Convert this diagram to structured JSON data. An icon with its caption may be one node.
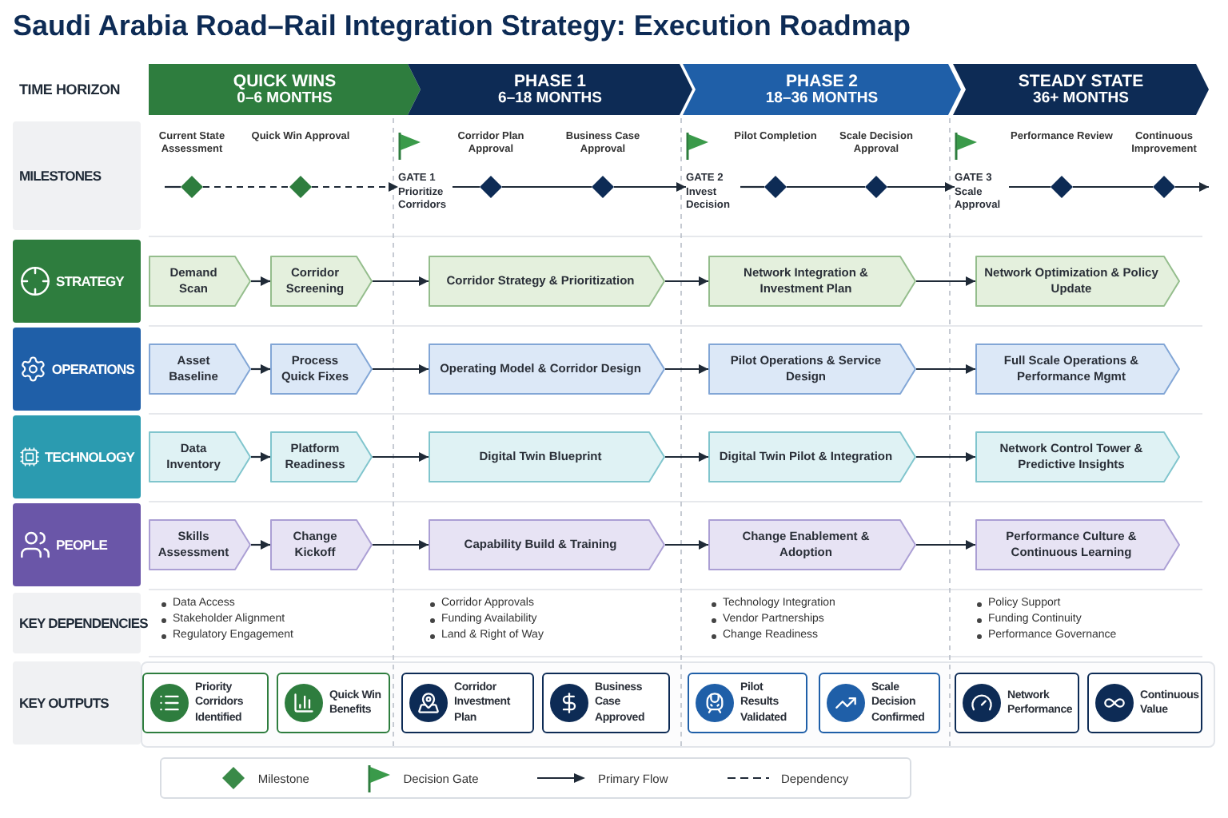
{
  "diagram": {
    "title": "Saudi Arabia Road–Rail Integration Strategy: Execution Roadmap",
    "nodes": [
      {
        "text": [
          "QUICK WINS",
          "0–6 MONTHS"
        ]
      },
      {
        "text": [
          "PHASE 1",
          "6–18 MONTHS"
        ]
      },
      {
        "text": [
          "PHASE 2",
          "18–36 MONTHS"
        ]
      },
      {
        "text": [
          "STEADY STATE",
          "36+ MONTHS"
        ]
      },
      {
        "text": [
          "MILESTONES"
        ]
      },
      {
        "text": [],
        "shape": "diamond"
      },
      {
        "text": [],
        "shape": "diamond"
      },
      {
        "text": [
          "GATE 1 Prioritize Corridors"
        ]
      },
      {
        "text": [],
        "shape": "diamond"
      },
      {
        "text": [],
        "shape": "diamond"
      },
      {
        "text": [
          "GATE 2 Invest Decision"
        ]
      },
      {
        "text": [],
        "shape": "diamond"
      },
      {
        "text": [],
        "shape": "diamond"
      },
      {
        "text": [
          "GATE 3 Scale Approval"
        ]
      },
      {
        "text": [],
        "shape": "diamond"
      },
      {
        "text": [],
        "shape": "diamond"
      },
      {
        "text": [
          "STRATEGY"
        ]
      },
      {
        "text": [
          "Demand Scan"
        ]
      },
      {
        "text": [
          "Corridor Screening"
        ]
      },
      {
        "text": [
          "Corridor Strategy & Prioritization"
        ]
      },
      {
        "text": [
          "Network Integration & Investment Plan"
        ]
      },
      {
        "text": [
          "Network Optimization & Policy Update"
        ]
      },
      {
        "text": [
          "OPERATIONS"
        ]
      },
      {
        "text": [
          "Asset Baseline"
        ]
      },
      {
        "text": [
          "Process Quick Fixes"
        ]
      },
      {
        "text": [
          "Operating Model & Corridor Design"
        ]
      },
      {
        "text": [
          "Pilot Operations & Service Design"
        ]
      },
      {
        "text": [
          "Full Scale Operations & Performance Mgmt"
        ]
      },
      {
        "text": [
          "TECHNOLOGY"
        ]
      },
      {
        "text": [
          "Data Inventory"
        ]
      },
      {
        "text": [
          "Platform Readiness"
        ]
      },
      {
        "text": [
          "Digital Twin Blueprint"
        ]
      },
      {
        "text": [
          "Digital Twin Pilot & Integration"
        ]
      },
      {
        "text": [
          "Network Control Tower & Predictive Insights"
        ]
      },
      {
        "text": [
          "PEOPLE"
        ]
      },
      {
        "text": [
          "Skills Assessment"
        ]
      },
      {
        "text": [
          "Change Kickoff"
        ]
      },
      {
        "text": [
          "Capability Build & Training"
        ]
      },
      {
        "text": [
          "Change Enablement & Adoption"
        ]
      },
      {
        "text": [
          "Performance Culture & Continuous Learning"
        ]
      },
      {
        "text": [
          "KEY DEPENDENCIES"
        ]
      },
      {
        "text": [
          "KEY OUTPUTS"
        ]
      },
      {
        "text": [
          "Priority Corridors Identified"
        ]
      },
      {
        "text": [
          "Quick Win Benefits"
        ]
      },
      {
        "text": [
          "Corridor Investment Plan"
        ]
      },
      {
        "text": [
          "Business Case Approved"
        ]
      },
      {
        "text": [
          "Pilot Results Validated"
        ]
      },
      {
        "text": [
          "Scale Decision Confirmed"
        ]
      },
      {
        "text": [
          "Network Performance"
        ]
      },
      {
        "text": [
          "Continuous Value"
        ]
      }
    ],
    "edges": [
      {
        "from": null,
        "to": 5,
        "arrow": "none"
      },
      {
        "from": 5,
        "to": 6,
        "arrow": "none",
        "style": "dashed"
      },
      {
        "from": 6,
        "to": 7,
        "arrow": "to",
        "style": "dashed"
      },
      {
        "from": 7,
        "to": 8,
        "arrow": "none"
      },
      {
        "from": 8,
        "to": 9,
        "arrow": "none"
      },
      {
        "from": 9,
        "to": 10,
        "arrow": "to"
      },
      {
        "from": 10,
        "to": 11,
        "arrow": "none"
      },
      {
        "from": 11,
        "to": 12,
        "arrow": "none"
      },
      {
        "from": 12,
        "to": 13,
        "arrow": "to"
      },
      {
        "from": 13,
        "to": 14,
        "arrow": "none"
      },
      {
        "from": 14,
        "to": 15,
        "arrow": "none"
      },
      {
        "from": 15,
        "to": null,
        "arrow": "to"
      },
      {
        "from": 17,
        "to": 18,
        "arrow": "to"
      },
      {
        "from": 18,
        "to": 19,
        "arrow": "to"
      },
      {
        "from": 19,
        "to": 20,
        "arrow": "to"
      },
      {
        "from": 20,
        "to": 21,
        "arrow": "to"
      },
      {
        "from": 23,
        "to": 24,
        "arrow": "to"
      },
      {
        "from": 24,
        "to": 25,
        "arrow": "to"
      },
      {
        "from": 25,
        "to": 26,
        "arrow": "to"
      },
      {
        "from": 26,
        "to": 27,
        "arrow": "to"
      },
      {
        "from": 29,
        "to": 30,
        "arrow": "to"
      },
      {
        "from": 30,
        "to": 31,
        "arrow": "to"
      },
      {
        "from": 31,
        "to": 32,
        "arrow": "to"
      },
      {
        "from": 32,
        "to": 33,
        "arrow": "to"
      },
      {
        "from": 35,
        "to": 36,
        "arrow": "to"
      },
      {
        "from": 36,
        "to": 37,
        "arrow": "to"
      },
      {
        "from": 37,
        "to": 38,
        "arrow": "to"
      },
      {
        "from": 38,
        "to": 39,
        "arrow": "to"
      }
    ],
    "labels": [
      "TIME HORIZON",
      "Current State Assessment",
      "Quick Win Approval",
      "Corridor Plan Approval",
      "Business Case Approval",
      "Pilot Completion",
      "Scale Decision Approval",
      "Performance Review",
      "Continuous Improvement",
      "Data Access",
      "Stakeholder Alignment",
      "Regulatory Engagement",
      "Corridor Approvals",
      "Funding Availability",
      "Land & Right of Way",
      "Technology Integration",
      "Vendor Partnerships",
      "Change Readiness",
      "Policy Support",
      "Funding Continuity",
      "Performance Governance"
    ],
    "legend": [
      {
        "text": "Milestone"
      },
      {
        "text": "Decision Gate"
      },
      {
        "text": "Primary Flow"
      },
      {
        "text": "Dependency"
      }
    ]
  }
}
